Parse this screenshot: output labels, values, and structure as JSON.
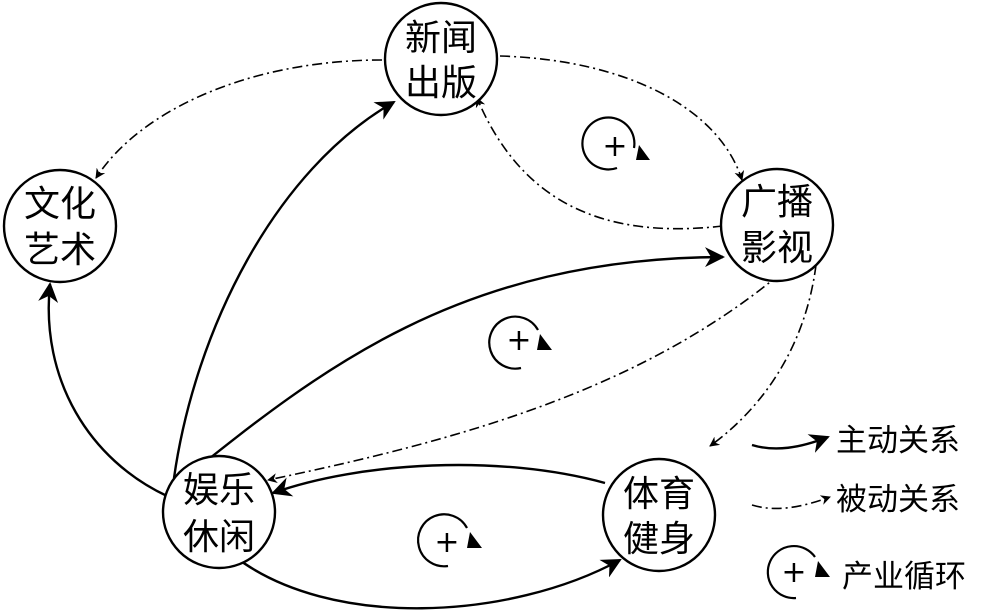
{
  "nodes": {
    "news_publishing": {
      "line1": "新闻",
      "line2": "出版"
    },
    "culture_art": {
      "line1": "文化",
      "line2": "艺术"
    },
    "broadcast_film": {
      "line1": "广播",
      "line2": "影视"
    },
    "entertainment_leisure": {
      "line1": "娱乐",
      "line2": "休闲"
    },
    "sports_fitness": {
      "line1": "体育",
      "line2": "健身"
    }
  },
  "industry_cycle_symbol": "+",
  "legend": {
    "active_relation": "主动关系",
    "passive_relation": "被动关系",
    "industry_cycle": "产业循环",
    "plus_symbol": "+"
  }
}
